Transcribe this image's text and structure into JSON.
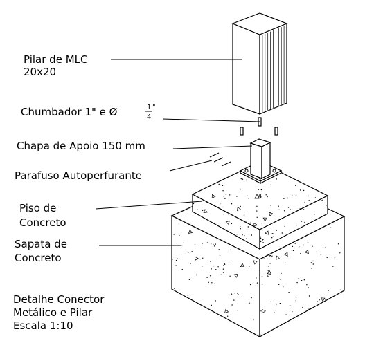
{
  "labels": {
    "pilar_line1": "Pilar de MLC",
    "pilar_line2": "20x20",
    "chumbador_main": "Chumbador 1\" e Ø",
    "chumbador_num": "1",
    "chumbador_den": "4",
    "chumbador_mark": "\"",
    "chapa": "Chapa de Apoio 150 mm",
    "parafuso": "Parafuso Autoperfurante",
    "piso_line1": "Piso de",
    "piso_line2": "Concreto",
    "sapata_line1": "Sapata de",
    "sapata_line2": "Concreto"
  },
  "title_block": {
    "line1": "Detalhe Conector",
    "line2": "Metálico e Pilar",
    "line3": "Escala 1:10"
  },
  "concrete_marks": [
    "4"
  ]
}
